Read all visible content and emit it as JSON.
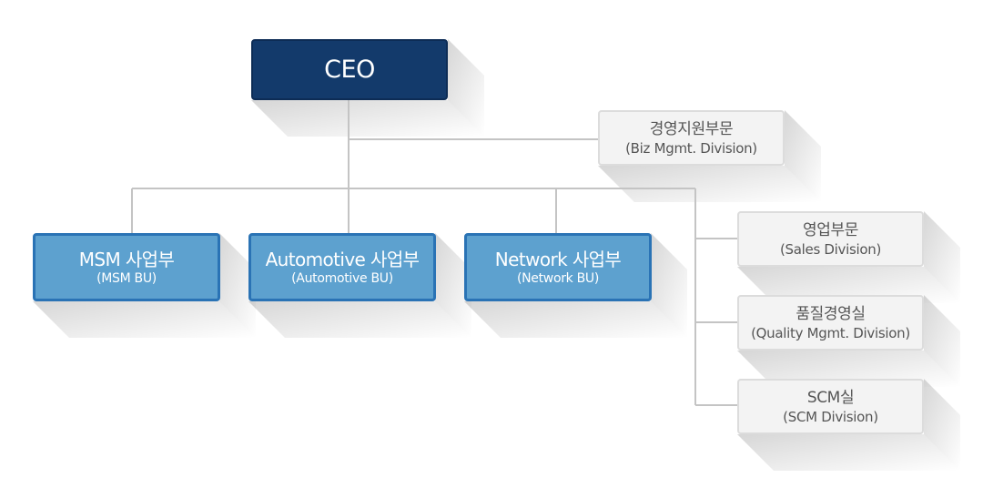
{
  "colors": {
    "ceo_fill": "#133a6b",
    "bu_fill": "#5da1cf",
    "bu_border": "#2a73b5",
    "staff_fill": "#f3f3f3",
    "staff_border": "#dcdcdc",
    "connector": "#c4c4c4"
  },
  "ceo": {
    "title": "CEO"
  },
  "biz_mgmt": {
    "title": "경영지원부문",
    "sub": "(Biz Mgmt. Division)"
  },
  "business_units": [
    {
      "title": "MSM 사업부",
      "sub": "(MSM BU)"
    },
    {
      "title": "Automotive 사업부",
      "sub": "(Automotive BU)"
    },
    {
      "title": "Network 사업부",
      "sub": "(Network BU)"
    }
  ],
  "divisions": [
    {
      "title": "영업부문",
      "sub": "(Sales Division)"
    },
    {
      "title": "품질경영실",
      "sub": "(Quality Mgmt. Division)"
    },
    {
      "title": "SCM실",
      "sub": "(SCM Division)"
    }
  ]
}
